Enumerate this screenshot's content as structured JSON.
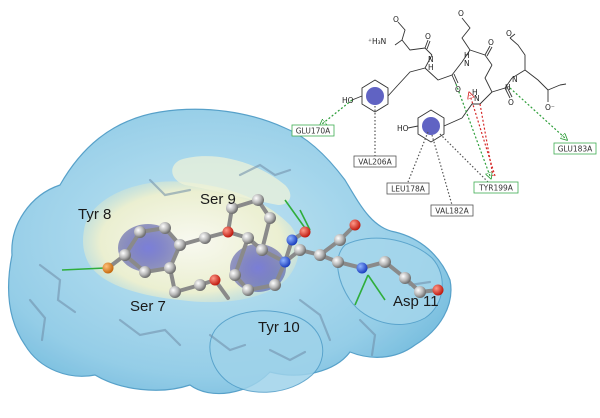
{
  "residue_labels": {
    "tyr8": "Tyr 8",
    "ser9": "Ser 9",
    "ser7": "Ser 7",
    "tyr10": "Tyr 10",
    "asp11": "Asp 11"
  },
  "interaction_boxes": {
    "glu170a": "GLU170A",
    "val206a": "VAL206A",
    "leu178a": "LEU178A",
    "val182a": "VAL182A",
    "tyr199a": "TYR199A",
    "glu183a": "GLU183A"
  },
  "atom_labels": {
    "amine": "⁺H₃N",
    "ho_top": "O",
    "ho_ring1": "HO",
    "ho_ring2": "HO",
    "nh1": "N",
    "h1": "H",
    "nh2": "N",
    "h2": "H",
    "nh3": "N",
    "h3": "H",
    "nh4": "N",
    "h4": "H",
    "o1": "O",
    "o2": "O",
    "o3": "O",
    "o4": "O",
    "o5": "O",
    "o6": "O",
    "carboxylate": "O⁻"
  },
  "colors": {
    "surface": "#8fcbe6",
    "surface_edge": "#5aa7cf",
    "pocket": "#f4f2d8",
    "aromatic_glow": "#3b3fb0",
    "hbond_green": "#2e9e3a",
    "hbond_red": "#d62a2a",
    "box_border": "#3fae52"
  }
}
